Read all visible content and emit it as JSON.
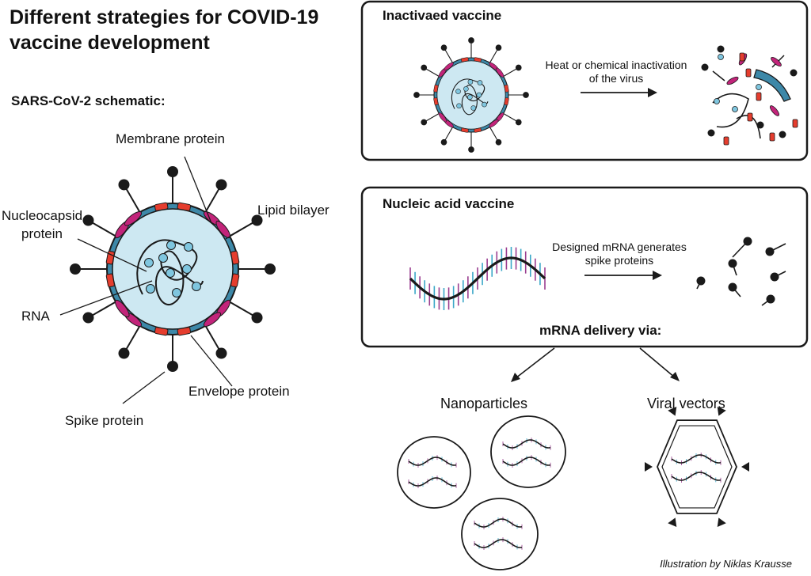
{
  "title": "Different strategies for COVID-19 vaccine development",
  "schematic": {
    "heading": "SARS-CoV-2 schematic:",
    "labels": {
      "membrane": "Membrane protein",
      "lipid": "Lipid bilayer",
      "nucleocapsid_1": "Nucleocapsid",
      "nucleocapsid_2": "protein",
      "rna": "RNA",
      "envelope": "Envelope protein",
      "spike": "Spike protein"
    }
  },
  "inactivated": {
    "title": "Inactivaed vaccine",
    "arrow_line1": "Heat or chemical inactivation",
    "arrow_line2": "of the virus"
  },
  "nucleic": {
    "title": "Nucleic acid vaccine",
    "arrow_line1": "Designed mRNA generates",
    "arrow_line2": "spike proteins",
    "delivery": "mRNA delivery via:"
  },
  "delivery": {
    "nanoparticles": "Nanoparticles",
    "viral_vectors": "Viral vectors"
  },
  "credit": "Illustration by Niklas Krausse",
  "colors": {
    "envelope_ring": "#3d88a8",
    "virus_interior": "#cde8f2",
    "membrane_protein": "#c2247a",
    "envelope_protein": "#e53d2e",
    "nucleocapsid": "#7fc6df",
    "rna_purple": "#9a3d8f",
    "rna_blue": "#3aa7c8",
    "outline": "#1a1a1a"
  }
}
